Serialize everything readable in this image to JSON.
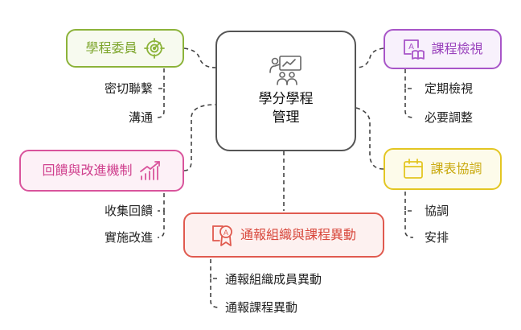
{
  "center": {
    "line1": "學分學程",
    "line2": "管理",
    "icon": "teamwork-presentation-icon"
  },
  "nodes": {
    "committee": {
      "label": "學程委員",
      "color": "#8cb33a",
      "fill": "#f7faef",
      "icon": "target-icon",
      "children": [
        "密切聯繫",
        "溝通"
      ]
    },
    "feedback": {
      "label": "回饋與改進機制",
      "color": "#d9549c",
      "fill": "#fdf1f7",
      "icon": "growth-chart-icon",
      "children": [
        "收集回饋",
        "實施改進"
      ]
    },
    "report": {
      "label": "通報組織與課程異動",
      "color": "#e05a4f",
      "fill": "#fdf1f0",
      "icon": "award-certificate-icon",
      "children": [
        "通報組織成員異動",
        "通報課程異動"
      ]
    },
    "review": {
      "label": "課程檢視",
      "color": "#a855c8",
      "fill": "#f8f1fc",
      "icon": "book-review-icon",
      "children": [
        "定期檢視",
        "必要調整"
      ]
    },
    "schedule": {
      "label": "課表協調",
      "color": "#e3c622",
      "fill": "#fdfbea",
      "icon": "calendar-icon",
      "children": [
        "協調",
        "安排"
      ]
    }
  }
}
